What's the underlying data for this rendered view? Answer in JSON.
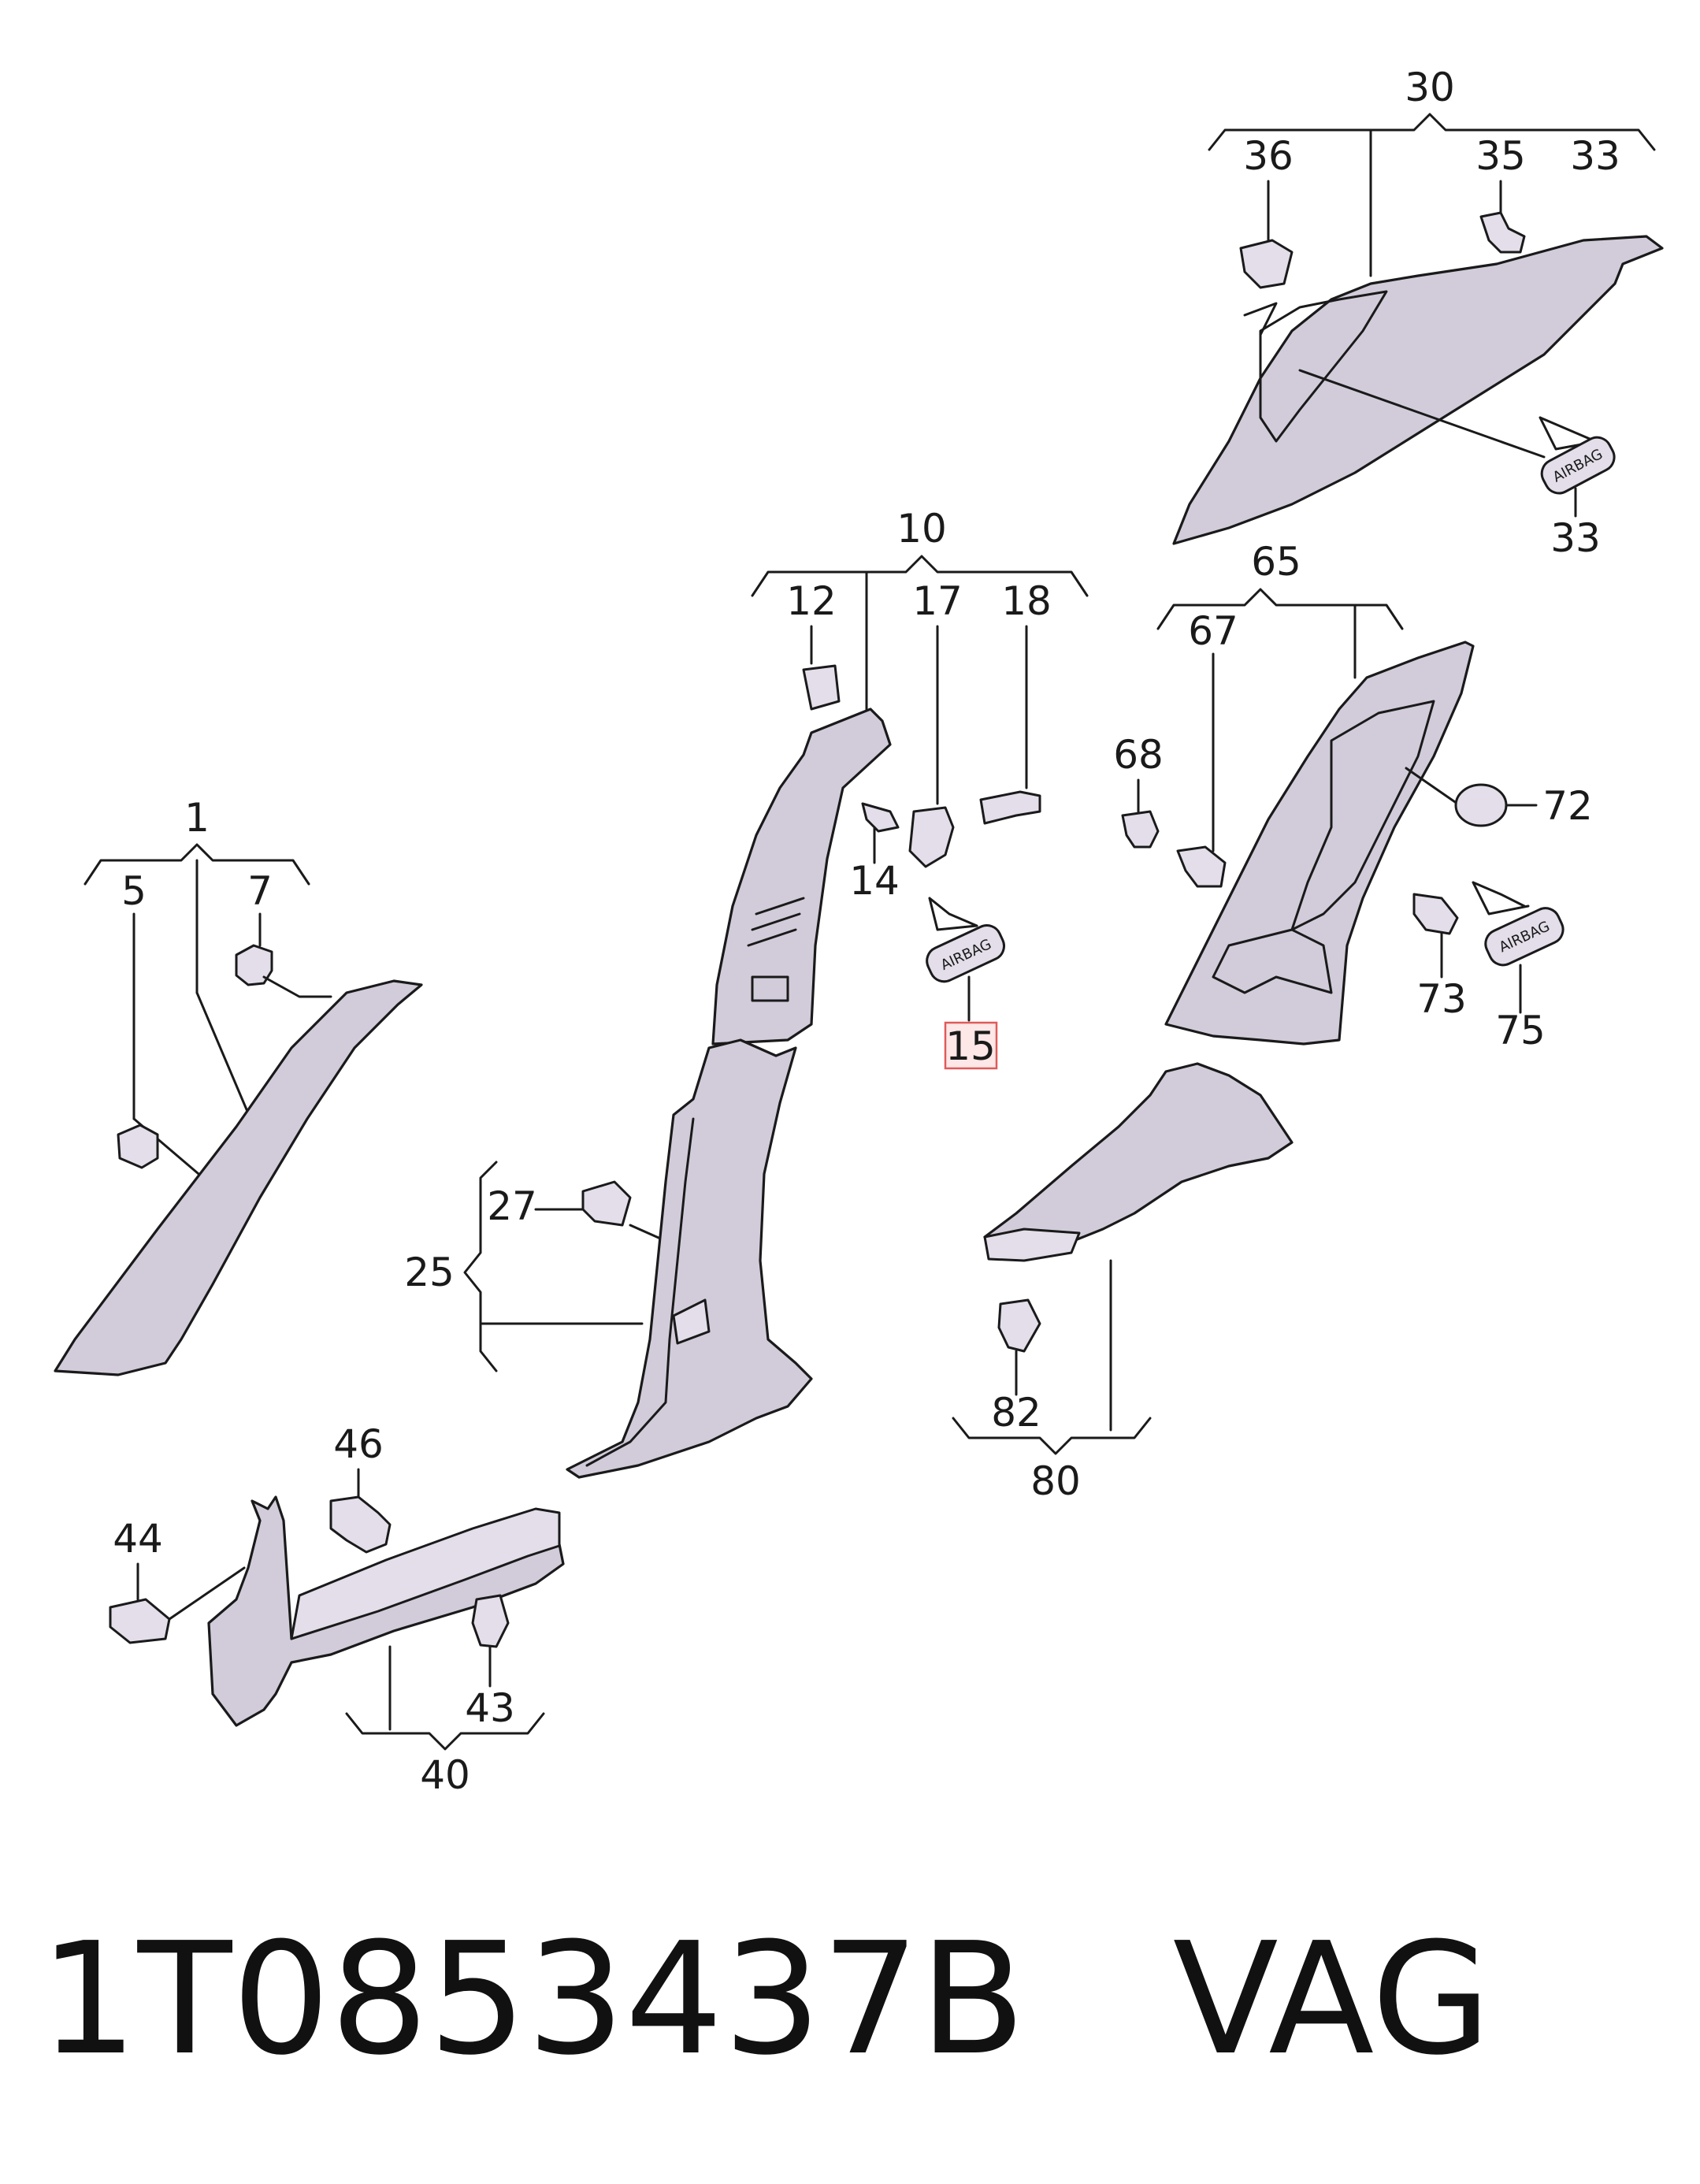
{
  "footer": {
    "part_number": "1T0853437B",
    "brand": "VAG"
  },
  "highlight_color": "#e05a5a",
  "callouts": {
    "c1": "1",
    "c5": "5",
    "c7": "7",
    "c10": "10",
    "c12": "12",
    "c14": "14",
    "c15": "15",
    "c17": "17",
    "c18": "18",
    "c25": "25",
    "c27": "27",
    "c30": "30",
    "c33a": "33",
    "c33b": "33",
    "c35": "35",
    "c36": "36",
    "c40": "40",
    "c43": "43",
    "c44": "44",
    "c46": "46",
    "c65": "65",
    "c67": "67",
    "c68": "68",
    "c72": "72",
    "c73": "73",
    "c75": "75",
    "c80": "80",
    "c82": "82"
  },
  "labels": {
    "airbag_15": "AIRBAG",
    "airbag_33": "AIRBAG",
    "airbag_75": "AIRBAG"
  }
}
